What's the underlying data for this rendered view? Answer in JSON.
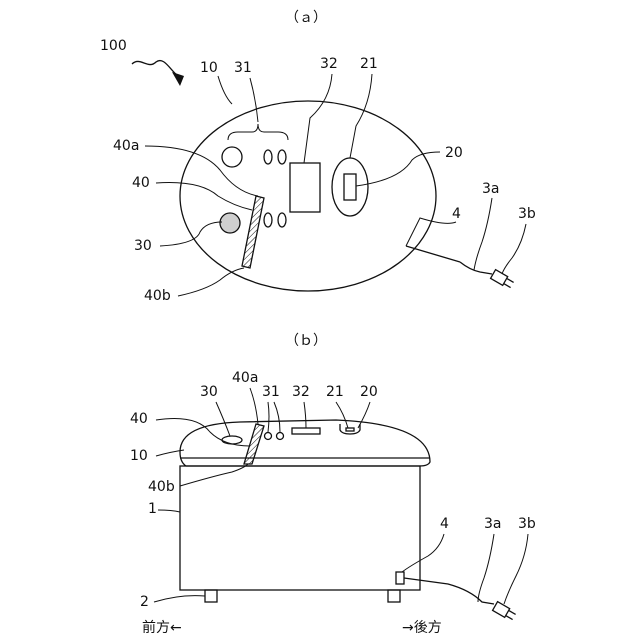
{
  "panel_a": {
    "caption": "（ａ）",
    "labels": {
      "device": "100",
      "lid": "10",
      "buttons": "31",
      "display": "32",
      "sensor": "21",
      "sensor_housing": "20",
      "cover_top": "40a",
      "cover": "40",
      "knob": "30",
      "cover_bottom": "40b",
      "cord": "4",
      "cord_wire": "3a",
      "plug": "3b"
    }
  },
  "panel_b": {
    "caption": "（ｂ）",
    "labels": {
      "knob": "30",
      "cover_top": "40a",
      "buttons": "31",
      "display": "32",
      "sensor": "21",
      "sensor_housing": "20",
      "cover": "40",
      "lid": "10",
      "cover_bottom": "40b",
      "body": "1",
      "cord": "4",
      "cord_wire": "3a",
      "plug": "3b",
      "feet": "2"
    },
    "direction_front": "前方←",
    "direction_rear": "→後方"
  }
}
